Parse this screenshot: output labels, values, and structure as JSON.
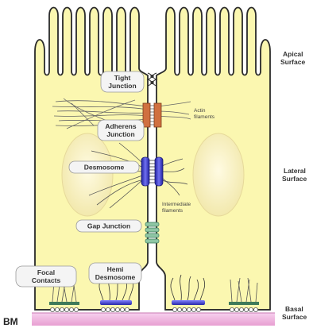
{
  "labels": {
    "apical": [
      "Apical",
      "Surface"
    ],
    "lateral": [
      "Lateral",
      "Surface"
    ],
    "basal": [
      "Basal",
      "Surface"
    ],
    "bm": "BM",
    "tight_junction": [
      "Tight",
      "Junction"
    ],
    "adherens_junction": [
      "Adherens",
      "Junction"
    ],
    "desmosome": "Desmosome",
    "gap_junction": "Gap Junction",
    "focal_contacts": [
      "Focal",
      "Contacts"
    ],
    "hemi_desmosome": [
      "Hemi",
      "Desmosome"
    ],
    "actin_filaments": [
      "Actin",
      "filaments"
    ],
    "intermediate_filaments": [
      "Intermediate",
      "filaments"
    ]
  },
  "colors": {
    "cytoplasm": "#fbf7b0",
    "cell_outline": "#2a2a2a",
    "nucleus": "#f7f0c8",
    "basement_membrane": "#f0b8e0",
    "adherens": "#d07040",
    "desmosome": "#4040c8",
    "gap_junction": "#60a080"
  }
}
